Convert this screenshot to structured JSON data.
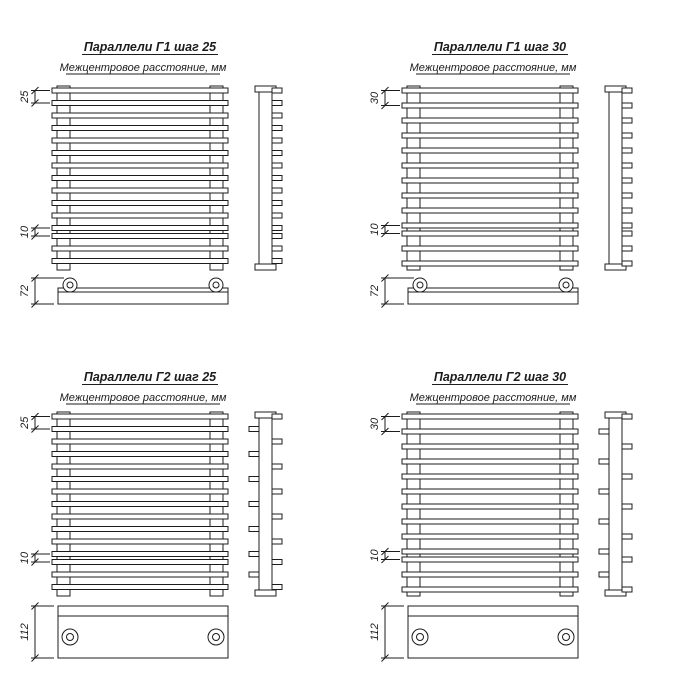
{
  "page": {
    "background": "#ffffff",
    "line_color": "#1c1c1c"
  },
  "diagrams": [
    {
      "id": "g1-step25",
      "title": "Параллели Г1 шаг 25",
      "subtitle": "Межцентровое расстояние, мм",
      "step": "25",
      "gap": "10",
      "base_height": "72",
      "type": "G1",
      "pitch_mm": 25,
      "gap_mm": 10,
      "bars_main": 11,
      "bars_tight": 2,
      "bars_tail": 2
    },
    {
      "id": "g1-step30",
      "title": "Параллели Г1 шаг 30",
      "subtitle": "Межцентровое расстояние, мм",
      "step": "30",
      "gap": "10",
      "base_height": "72",
      "type": "G1",
      "pitch_mm": 30,
      "gap_mm": 10,
      "bars_main": 9,
      "bars_tight": 2,
      "bars_tail": 2
    },
    {
      "id": "g2-step25",
      "title": "Параллели Г2 шаг 25",
      "subtitle": "Межцентровое расстояние, мм",
      "step": "25",
      "gap": "10",
      "base_height": "112",
      "type": "G2",
      "pitch_mm": 25,
      "gap_mm": 10,
      "bars_main": 11,
      "bars_tight": 2,
      "bars_tail": 2
    },
    {
      "id": "g2-step30",
      "title": "Параллели Г2 шаг 30",
      "subtitle": "Межцентровое расстояние, мм",
      "step": "30",
      "gap": "10",
      "base_height": "112",
      "type": "G2",
      "pitch_mm": 30,
      "gap_mm": 10,
      "bars_main": 9,
      "bars_tight": 2,
      "bars_tail": 2
    }
  ]
}
